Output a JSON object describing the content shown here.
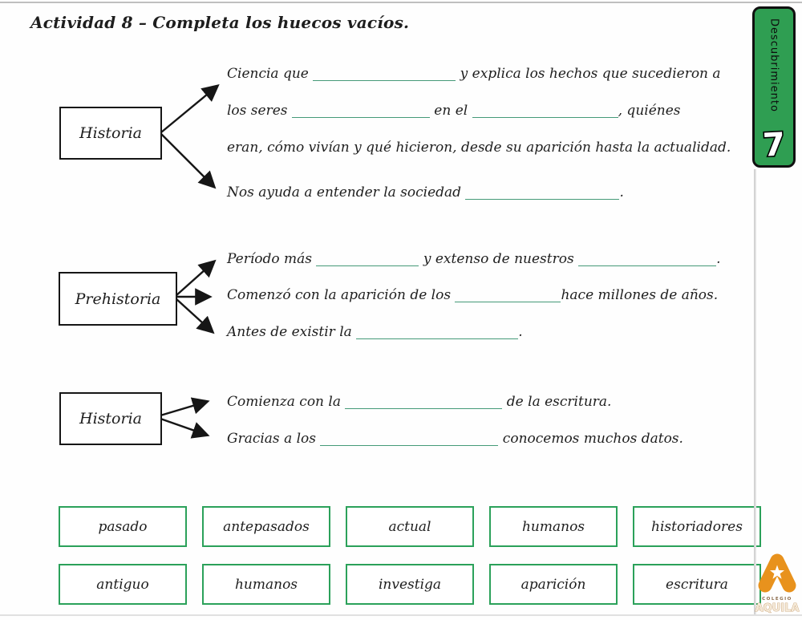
{
  "title": "Actividad 8 – Completa los huecos vacíos.",
  "side_tab": {
    "label": "Descubrimiento",
    "number": "7"
  },
  "logo": {
    "top": "COLEGIO",
    "bottom": "AQUILA"
  },
  "sections": [
    {
      "box": "Historia",
      "lines": [
        [
          {
            "t": "Ciencia que "
          },
          {
            "b": 178
          },
          {
            "t": " y explica los hechos que sucedieron a"
          }
        ],
        [
          {
            "t": "los seres "
          },
          {
            "b": 172
          },
          {
            "t": " en el "
          },
          {
            "b": 182
          },
          {
            "t": ", quiénes"
          }
        ],
        [
          {
            "t": "eran, cómo vivían y qué hicieron, desde su aparición hasta la actualidad."
          }
        ],
        [
          {
            "t": "Nos ayuda a entender la sociedad "
          },
          {
            "b": 192
          },
          {
            "t": "."
          }
        ]
      ]
    },
    {
      "box": "Prehistoria",
      "lines": [
        [
          {
            "t": "Período más "
          },
          {
            "b": 128
          },
          {
            "t": " y extenso de nuestros "
          },
          {
            "b": 172
          },
          {
            "t": "."
          }
        ],
        [
          {
            "t": "Comenzó con la aparición de los "
          },
          {
            "b": 132
          },
          {
            "t": "hace millones de años."
          }
        ],
        [
          {
            "t": "Antes de existir la "
          },
          {
            "b": 202
          },
          {
            "t": "."
          }
        ]
      ]
    },
    {
      "box": "Historia",
      "lines": [
        [
          {
            "t": "Comienza con la "
          },
          {
            "b": 196
          },
          {
            "t": " de la escritura."
          }
        ],
        [
          {
            "t": "Gracias a los "
          },
          {
            "b": 222
          },
          {
            "t": " conocemos muchos datos."
          }
        ]
      ]
    }
  ],
  "word_bank": {
    "row1": [
      "pasado",
      "antepasados",
      "actual",
      "humanos",
      "historiadores"
    ],
    "row2": [
      "antiguo",
      "humanos",
      "investiga",
      "aparición",
      "escritura"
    ]
  },
  "colors": {
    "tab_green": "#2f9e52",
    "bank_border": "#2ba15a",
    "blank_line": "#459a78",
    "logo_orange": "#e8921d"
  }
}
